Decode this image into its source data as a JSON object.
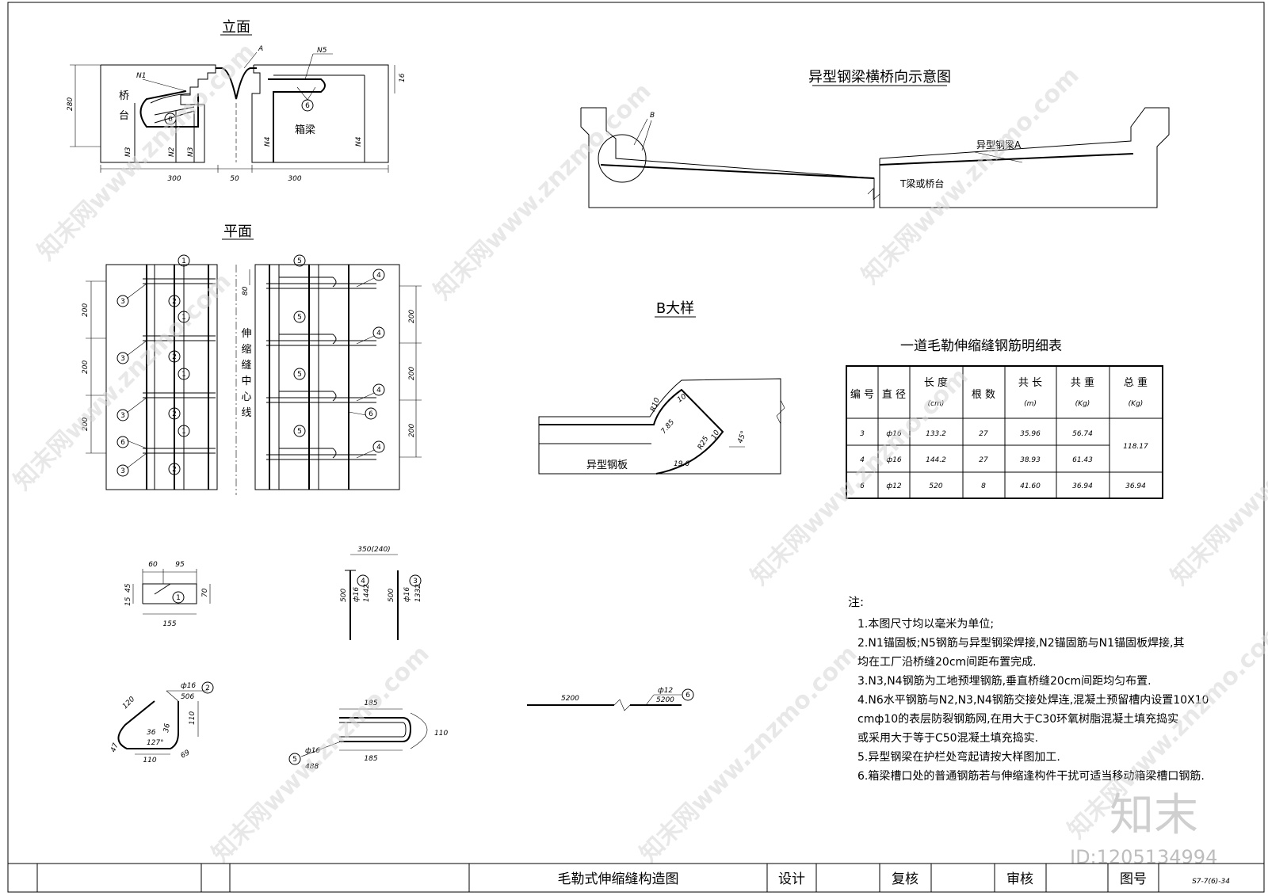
{
  "views": {
    "elevation_title": "立面",
    "plan_title": "平面",
    "cross_title": "异型钢梁横桥向示意图",
    "detail_title": "B大样",
    "table_title": "一道毛勒伸缩缝钢筋明细表"
  },
  "elevation": {
    "label_abutment_1": "桥",
    "label_abutment_2": "台",
    "label_box": "箱梁",
    "N1": "N1",
    "N2": "N2",
    "N3a": "N3",
    "N3b": "N3",
    "N4a": "N4",
    "N4b": "N4",
    "N5": "N5",
    "A": "A",
    "circle6a": "6",
    "circle6b": "6",
    "dim_280": "280",
    "dim_16": "16",
    "dim_300a": "300",
    "dim_50": "50",
    "dim_300b": "300"
  },
  "plan": {
    "center_label": [
      "伸",
      "缩",
      "缝",
      "中",
      "心",
      "线"
    ],
    "dim_200": "200",
    "dim_80": "80",
    "c1": "1",
    "c2": "2",
    "c3": "3",
    "c4": "4",
    "c5": "5",
    "c6": "6"
  },
  "cross": {
    "B": "B",
    "beam_label": "异型钢梁A",
    "tbeam_label": "T梁或桥台"
  },
  "detail": {
    "plate_label": "异型钢板",
    "r10": "R10",
    "r25": "R25",
    "d10a": "10",
    "d10b": "10",
    "d785": "7.85",
    "d196": "19.6",
    "ang": "45°"
  },
  "rebar": {
    "p1_60": "60",
    "p1_95": "95",
    "p1_45": "45",
    "p1_15": "15",
    "p1_70": "70",
    "p1_155": "155",
    "p3_350": "350(240)",
    "p3_500a": "500",
    "p3_500b": "500",
    "p3_16a": "ф16",
    "p3_16b": "ф16",
    "p3_1442": "1442",
    "p3_1332": "1332",
    "p2_16": "ф16",
    "p2_506": "506",
    "p2_120": "120",
    "p2_36": "36",
    "p2_127": "127°",
    "p2_110a": "110",
    "p2_110b": "110",
    "p2_69": "69",
    "p2_47": "47",
    "p2_36b": "36",
    "p5_185a": "185",
    "p5_185b": "185",
    "p5_110": "110",
    "p5_16": "ф16",
    "p5_488": "488",
    "p6_5200a": "5200",
    "p6_12": "ф12",
    "p6_5200b": "5200"
  },
  "table": {
    "headers": [
      "编 号",
      "直 径",
      "长 度",
      "根 数",
      "共 长",
      "共 重",
      "总 重"
    ],
    "units": [
      "",
      "",
      "(cm)",
      "",
      "(m)",
      "(Kg)",
      "(Kg)"
    ],
    "rows": [
      [
        "3",
        "ф16",
        "133.2",
        "27",
        "35.96",
        "56.74"
      ],
      [
        "4",
        "ф16",
        "144.2",
        "27",
        "38.93",
        "61.43"
      ],
      [
        "6",
        "ф12",
        "520",
        "8",
        "41.60",
        "36.94",
        "36.94"
      ]
    ],
    "merged_total": "118.17"
  },
  "notes": {
    "title": "注:",
    "lines": [
      "1.本图尺寸均以毫米为单位;",
      "2.N1锚固板;N5钢筋与异型钢梁焊接,N2锚固筋与N1锚固板焊接,其",
      "  均在工厂沿桥缝20cm间距布置完成.",
      "3.N3,N4钢筋为工地预埋钢筋,垂直桥缝20cm间距均匀布置.",
      "4.N6水平钢筋与N2,N3,N4钢筋交接处焊连,混凝土预留槽内设置10X10",
      "  cmф10的表层防裂钢筋网,在用大于C30环氧树脂混凝土填充捣实",
      "  或采用大于等于C50混凝土填充捣实.",
      "5.异型钢梁在护栏处弯起请按大样图加工.",
      "6.箱梁槽口处的普通钢筋若与伸缩逢构件干扰可适当移动箱梁槽口钢筋."
    ]
  },
  "titleblock": {
    "drawing_name": "毛勒式伸缩缝构造图",
    "design": "设计",
    "check": "复核",
    "review": "审核",
    "drawing_no_label": "图号",
    "drawing_no": "S7-7(6)-34"
  },
  "watermark": {
    "brand": "知末",
    "id": "ID:1205134994",
    "site": "知末网www.znzmo.com"
  }
}
